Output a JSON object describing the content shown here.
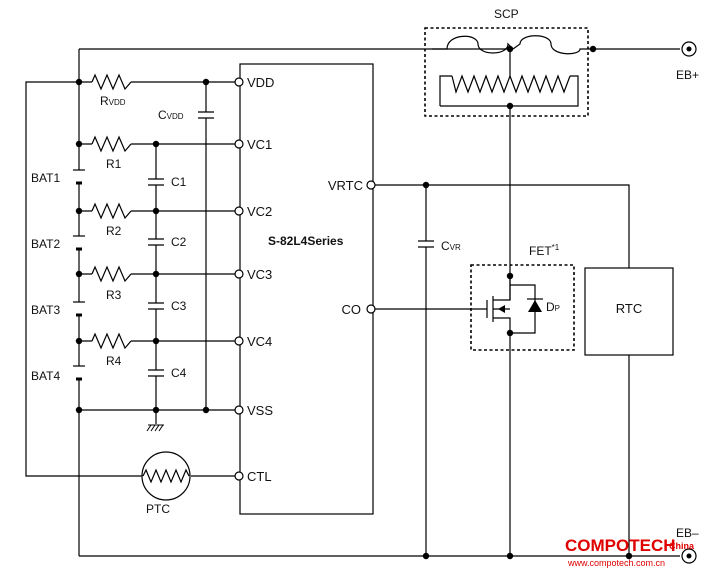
{
  "ic": {
    "name": "S-82L4Series",
    "pins_left": [
      "VDD",
      "VC1",
      "VC2",
      "VC3",
      "VC4",
      "VSS",
      "CTL"
    ],
    "pins_right": [
      "VRTC",
      "CO"
    ]
  },
  "resistors": {
    "rvdd_main": "R",
    "rvdd_sub": "VDD",
    "r1": "R1",
    "r2": "R2",
    "r3": "R3",
    "r4": "R4"
  },
  "capacitors": {
    "cvdd_main": "C",
    "cvdd_sub": "VDD",
    "c1": "C1",
    "c2": "C2",
    "c3": "C3",
    "c4": "C4",
    "cvr_main": "C",
    "cvr_sub": "VR"
  },
  "batteries": [
    "BAT1",
    "BAT2",
    "BAT3",
    "BAT4"
  ],
  "parts": {
    "scp": "SCP",
    "fet_main": "FET",
    "fet_note": "*1",
    "diode_main": "D",
    "diode_sub": "P",
    "rtc": "RTC",
    "ptc": "PTC"
  },
  "terminals": {
    "eb_plus": "EB+",
    "eb_minus": "EB–"
  },
  "watermark": {
    "brand": "COMPOTECH",
    "region": "China",
    "url": "www.compotech.com.cn"
  }
}
